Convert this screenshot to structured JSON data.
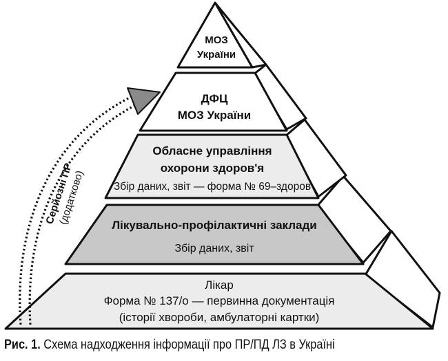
{
  "levels": {
    "moz": {
      "line1": "МОЗ",
      "line2": "України"
    },
    "dfc": {
      "line1": "ДФЦ",
      "line2": "МОЗ України"
    },
    "oblast": {
      "line1": "Обласне управління",
      "line2": "охорони здоров'я",
      "line3": "Збір даних, звіт — форма № 69–здоров"
    },
    "lpz": {
      "line1": "Лікувально-профілактичні заклади",
      "line2": "Збір даних, звіт"
    },
    "doctor": {
      "line1": "Лікар",
      "line2": "Форма № 137/о — первинна документація",
      "line3": "(історії хвороби, амбулаторні картки)"
    }
  },
  "arrow": {
    "line1": "Серйозні ПР",
    "line2": "(додатково)"
  },
  "caption": {
    "label": "Рис. 1.",
    "text": " Схема надходження інформації про ПР/ПД ЛЗ в Україні"
  },
  "colors": {
    "tier_light": "#ececec",
    "tier_medium": "#c8c8c8",
    "tier_white": "#ffffff",
    "stroke": "#111111",
    "arrow_fill": "#8a8a8a"
  }
}
